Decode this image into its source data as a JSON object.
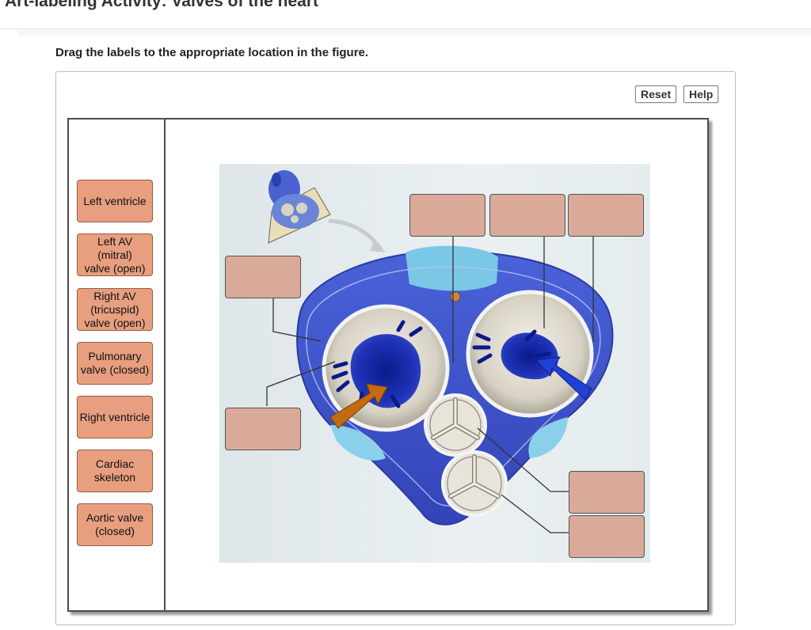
{
  "page": {
    "title": "Art-labeling Activity: Valves of the heart",
    "instructions": "Drag the labels to the appropriate location in the figure."
  },
  "toolbar": {
    "reset_label": "Reset",
    "help_label": "Help"
  },
  "label_bank": {
    "items": [
      {
        "label": "Left ventricle"
      },
      {
        "label": "Left AV (mitral)\nvalve (open)"
      },
      {
        "label": "Right AV\n(tricuspid)\nvalve (open)"
      },
      {
        "label": "Pulmonary\nvalve (closed)"
      },
      {
        "label": "Right ventricle"
      },
      {
        "label": "Cardiac\nskeleton"
      },
      {
        "label": "Aortic valve\n(closed)"
      }
    ]
  },
  "drop_targets": {
    "count": 7,
    "state": "empty"
  },
  "colors": {
    "label_chip": "#e79f80",
    "drop_target": "#d9aa99",
    "heart_outer": "#3a4fc4",
    "heart_fibrous": "#7bc7e6",
    "arrow_orange": "#c46a10",
    "arrow_blue": "#1f3fd6"
  }
}
